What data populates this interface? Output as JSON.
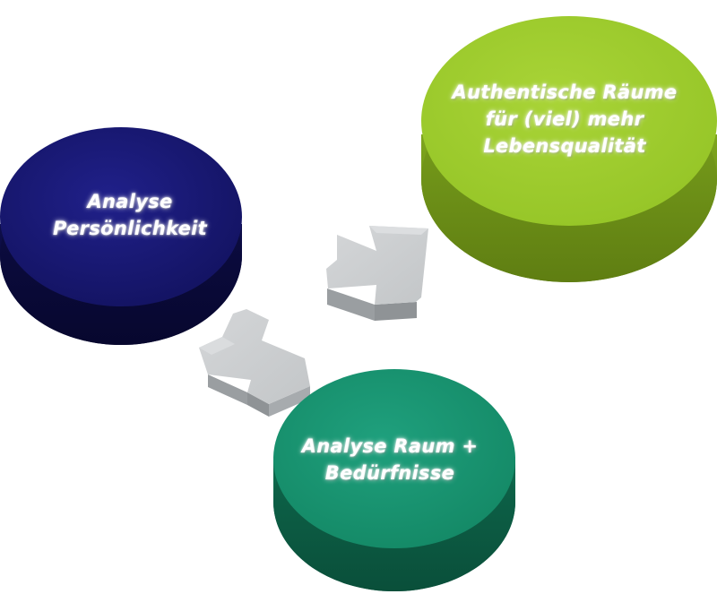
{
  "nodes": {
    "personality": {
      "line1": "Analyse",
      "line2": "Persönlichkeit",
      "color": "#14146a"
    },
    "space": {
      "line1": "Analyse Raum +",
      "line2": "Bedürfnisse",
      "color": "#179170"
    },
    "quality": {
      "line1": "Authentische Räume",
      "line2": "für (viel) mehr",
      "line3": "Lebensqualität",
      "color": "#9ccc2c"
    }
  },
  "connectors": {
    "plus_icon": "plus-icon",
    "arrow_icon": "arrow-up-right-icon",
    "color": "#c9ccce"
  }
}
